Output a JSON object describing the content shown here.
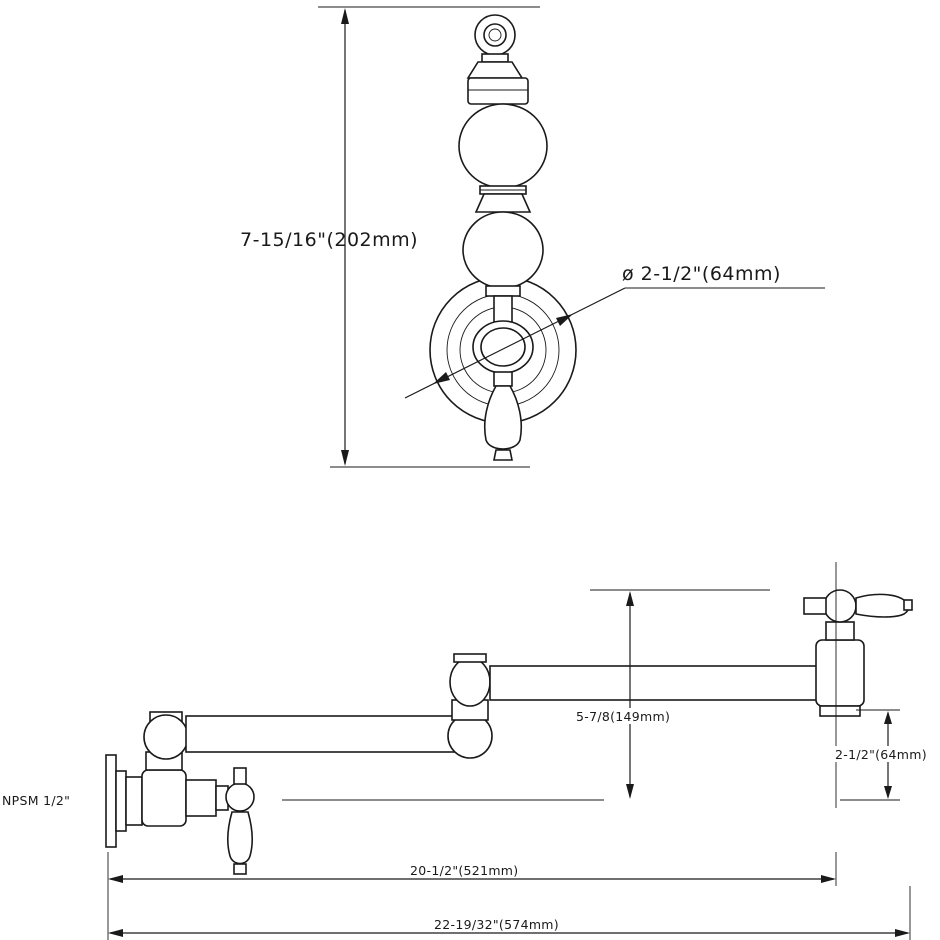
{
  "dimensions": {
    "front_height": "7-15/16\"(202mm)",
    "flange_diameter": "ø 2-1/2\"(64mm)",
    "side_rise": "5-7/8(149mm)",
    "valve_offset": "2-1/2\"(64mm)",
    "inlet_thread": "NPSM 1/2\"",
    "reach_inner": "20-1/2\"(521mm)",
    "reach_overall": "22-19/32\"(574mm)"
  },
  "colors": {
    "line": "#1a1a1a",
    "background": "#ffffff"
  }
}
